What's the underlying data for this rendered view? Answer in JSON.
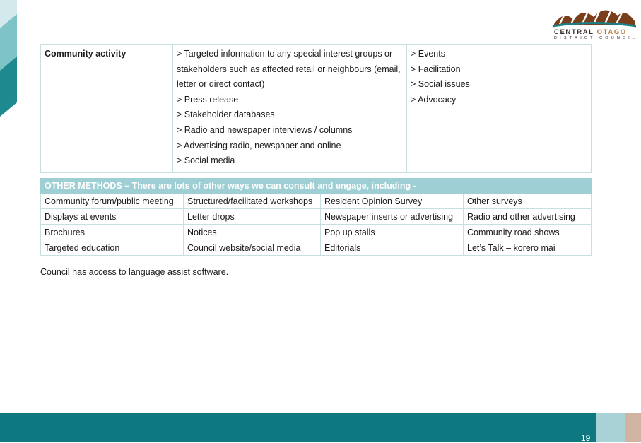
{
  "logo": {
    "line1_a": "CENTRAL",
    "line1_b": "OTAGO",
    "line2": "DISTRICT COUNCIL"
  },
  "community_table": {
    "label": "Community activity",
    "methods": [
      "> Targeted information to any special interest groups or stakeholders such as affected retail or neighbours (email, letter or direct contact)",
      "> Press release",
      "> Stakeholder databases",
      "> Radio and newspaper interviews / columns",
      "> Advertising radio, newspaper and online",
      "> Social media"
    ],
    "uses": [
      "> Events",
      "> Facilitation",
      "> Social issues",
      "> Advocacy"
    ]
  },
  "other_methods": {
    "header": "OTHER METHODS – There are lots of other ways we can consult and engage, including -",
    "rows": [
      [
        "Community forum/public meeting",
        "Structured/facilitated workshops",
        "Resident Opinion Survey",
        "Other surveys"
      ],
      [
        "Displays at events",
        "Letter drops",
        "Newspaper inserts or advertising",
        "Radio and other advertising"
      ],
      [
        "Brochures",
        "Notices",
        "Pop up stalls",
        "Community road shows"
      ],
      [
        "Targeted education",
        "Council website/social media",
        "Editorials",
        "Let’s Talk – korero mai"
      ]
    ]
  },
  "note": "Council has access to language assist software.",
  "page_number": "19",
  "colors": {
    "teal": "#0e7880",
    "light_teal": "#a8d2d5",
    "tan": "#d1b3a2",
    "header_bg": "#9ecfd4"
  }
}
